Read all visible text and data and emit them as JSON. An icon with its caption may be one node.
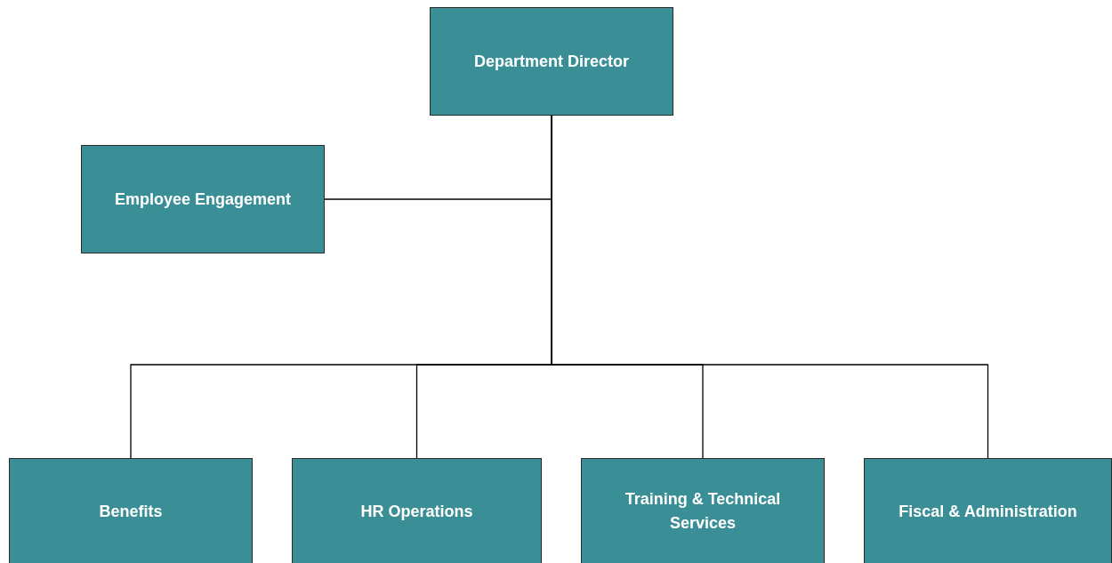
{
  "diagram": {
    "nodes": [
      {
        "text": [
          "Department Director"
        ]
      },
      {
        "text": [
          "Employee Engagement"
        ]
      },
      {
        "text": [
          "Benefits"
        ]
      },
      {
        "text": [
          "HR Operations"
        ]
      },
      {
        "text": [
          "Training & Technical Services"
        ]
      },
      {
        "text": [
          "Fiscal & Administration"
        ]
      }
    ],
    "edges": [
      {
        "from": 0,
        "to": 1,
        "arrow": "none"
      },
      {
        "from": 0,
        "to": 2,
        "arrow": "none"
      },
      {
        "from": 0,
        "to": 3,
        "arrow": "none"
      },
      {
        "from": 0,
        "to": 4,
        "arrow": "none"
      },
      {
        "from": 0,
        "to": 5,
        "arrow": "none"
      }
    ]
  }
}
